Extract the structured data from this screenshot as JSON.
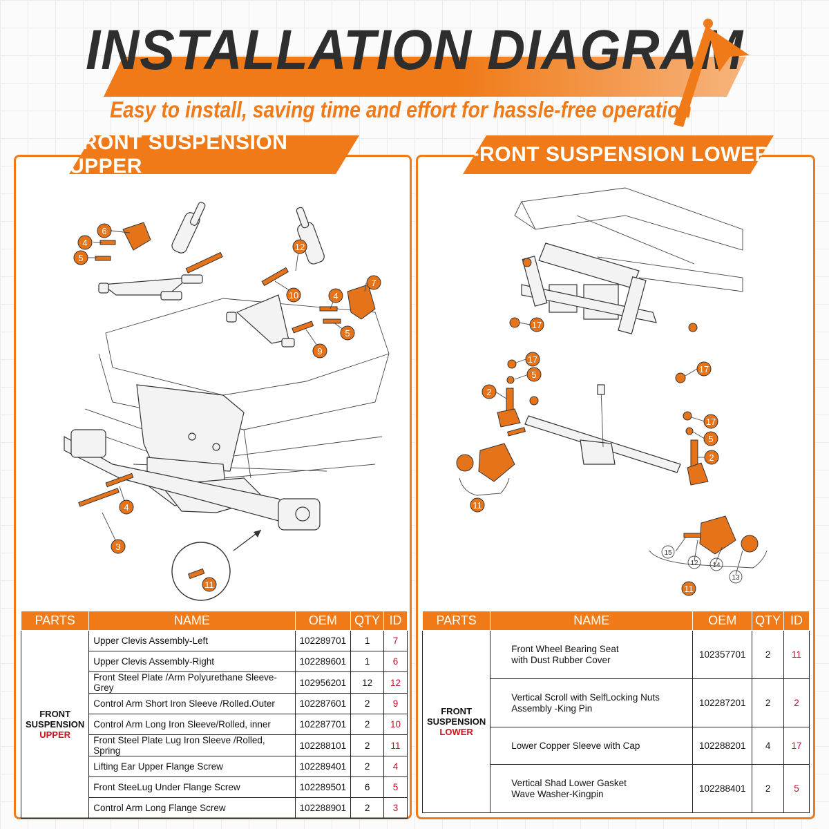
{
  "header": {
    "title": "INSTALLATION DIAGRAM",
    "subtitle": "Easy to install, saving time and effort for hassle-free operation"
  },
  "colors": {
    "accent": "#f07a17",
    "id_text": "#c0102c",
    "group_highlight": "#d0101c"
  },
  "icons": {
    "flag": "flag-icon"
  },
  "left_panel": {
    "heading": "FRONT SUSPENSION UPPER",
    "callouts": {
      "c6": "6",
      "c4a": "4",
      "c5a": "5",
      "c12": "12",
      "c10": "10",
      "c7": "7",
      "c4b": "4",
      "c5b": "5",
      "c9": "9",
      "c4c": "4",
      "c3": "3",
      "c11": "11"
    },
    "table": {
      "columns": [
        "PARTS",
        "NAME",
        "OEM",
        "QTY",
        "ID"
      ],
      "group_line1": "FRONT",
      "group_line2": "SUSPENSION",
      "group_line3": "UPPER",
      "rows": [
        {
          "name": "Upper Clevis Assembly-Left",
          "oem": "102289701",
          "qty": "1",
          "id": "7"
        },
        {
          "name": "Upper Clevis Assembly-Right",
          "oem": "102289601",
          "qty": "1",
          "id": "6"
        },
        {
          "name": "Front Steel Plate /Arm Polyurethane Sleeve-Grey",
          "oem": "102956201",
          "qty": "12",
          "id": "12"
        },
        {
          "name": "Control Arm Short Iron Sleeve /Rolled.Outer",
          "oem": "102287601",
          "qty": "2",
          "id": "9"
        },
        {
          "name": "Control Arm Long Iron Sleeve/Rolled, inner",
          "oem": "102287701",
          "qty": "2",
          "id": "10"
        },
        {
          "name": "Front Steel Plate Lug Iron Sleeve /Rolled, Spring",
          "oem": "102288101",
          "qty": "2",
          "id": "11"
        },
        {
          "name": "Lifting Ear Upper Flange Screw",
          "oem": "102289401",
          "qty": "2",
          "id": "4"
        },
        {
          "name": "Front SteeLug Under Flange Screw",
          "oem": "102289501",
          "qty": "6",
          "id": "5"
        },
        {
          "name": "Control Arm Long Flange Screw",
          "oem": "102288901",
          "qty": "2",
          "id": "3"
        }
      ]
    }
  },
  "right_panel": {
    "heading": "FRONT SUSPENSION LOWER",
    "callouts": {
      "c17a": "17",
      "c17b": "17",
      "c5a": "5",
      "c2a": "2",
      "c11a": "11",
      "c17c": "17",
      "c17d": "17",
      "c5b": "5",
      "c2b": "2",
      "c11b": "11",
      "o15": "15",
      "o12": "12",
      "o14": "14",
      "o13": "13"
    },
    "table": {
      "columns": [
        "PARTS",
        "NAME",
        "OEM",
        "QTY",
        "ID"
      ],
      "group_line1": "FRONT",
      "group_line2": "SUSPENSION",
      "group_line3": "LOWER",
      "rows": [
        {
          "name_line1": "Front Wheel Bearing Seat",
          "name_line2": "with Dust Rubber Cover",
          "oem": "102357701",
          "qty": "2",
          "id": "11"
        },
        {
          "name_line1": "Vertical Scroll with SelfLocking Nuts",
          "name_line2": "Assembly -King Pin",
          "oem": "102287201",
          "qty": "2",
          "id": "2"
        },
        {
          "name_line1": "Lower Copper Sleeve with Cap",
          "name_line2": "",
          "oem": "102288201",
          "qty": "4",
          "id": "17"
        },
        {
          "name_line1": "Vertical Shad Lower Gasket",
          "name_line2": "Wave Washer-Kingpin",
          "oem": "102288401",
          "qty": "2",
          "id": "5"
        }
      ]
    }
  }
}
